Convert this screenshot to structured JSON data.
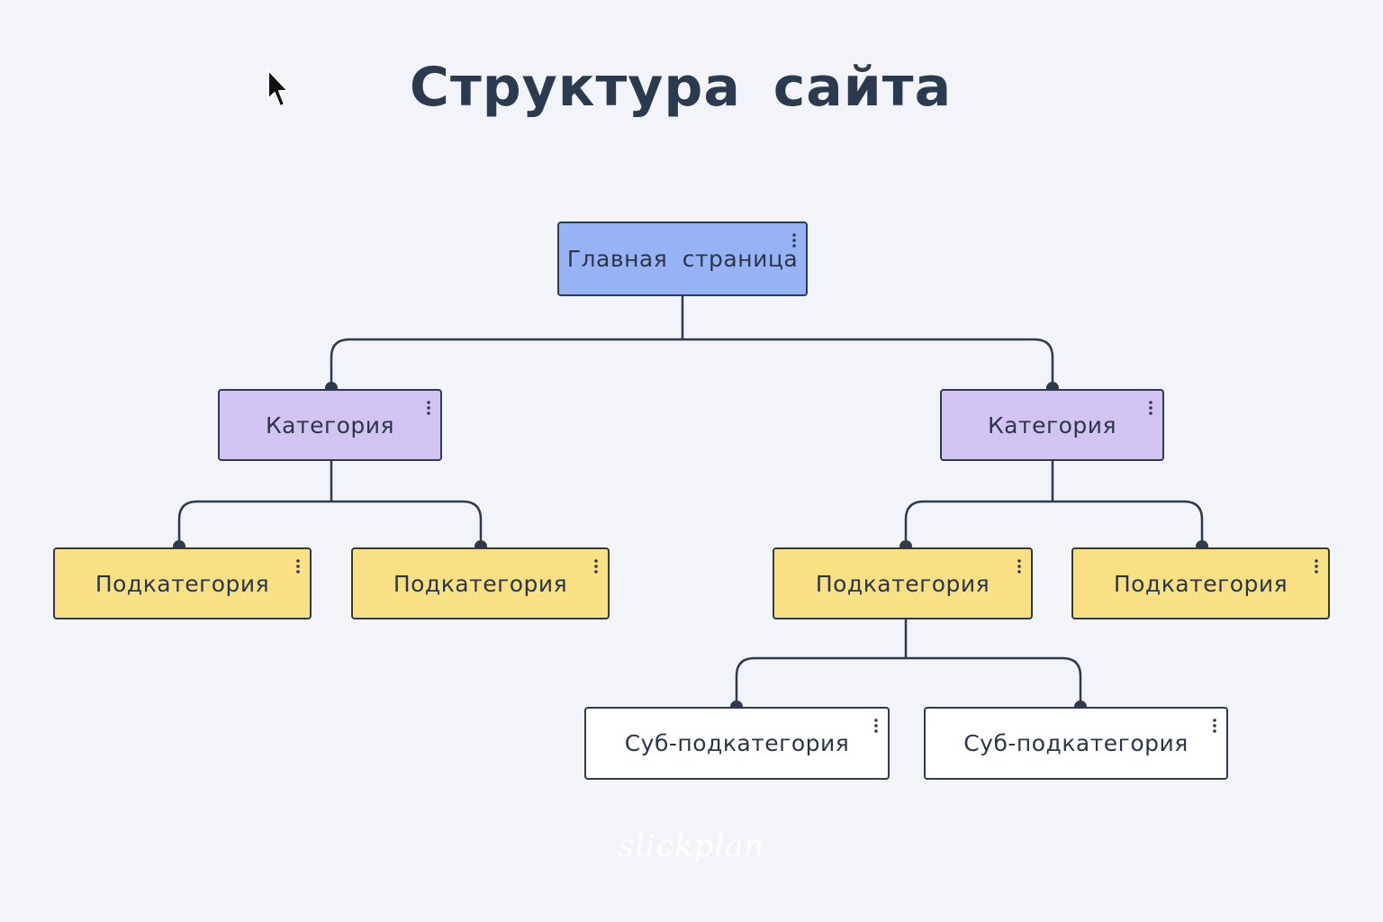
{
  "title": "Структура сайта",
  "watermark": "slickplan",
  "nodes": {
    "home": {
      "label": "Главная страница",
      "menu_icon": "more-vertical-icon"
    },
    "cat_left": {
      "label": "Категория",
      "menu_icon": "more-vertical-icon"
    },
    "cat_right": {
      "label": "Категория",
      "menu_icon": "more-vertical-icon"
    },
    "sub_1": {
      "label": "Подкатегория",
      "menu_icon": "more-vertical-icon"
    },
    "sub_2": {
      "label": "Подкатегория",
      "menu_icon": "more-vertical-icon"
    },
    "sub_3": {
      "label": "Подкатегория",
      "menu_icon": "more-vertical-icon"
    },
    "sub_4": {
      "label": "Подкатегория",
      "menu_icon": "more-vertical-icon"
    },
    "subsub_1": {
      "label": "Суб-подкатегория",
      "menu_icon": "more-vertical-icon"
    },
    "subsub_2": {
      "label": "Суб-подкатегория",
      "menu_icon": "more-vertical-icon"
    }
  },
  "colors": {
    "background": "#f2f4f9",
    "home": "#98b2f6",
    "category": "#d1c3f2",
    "subcategory": "#f9e085",
    "subsubcategory": "#ffffff",
    "line": "#2f3b4c"
  }
}
